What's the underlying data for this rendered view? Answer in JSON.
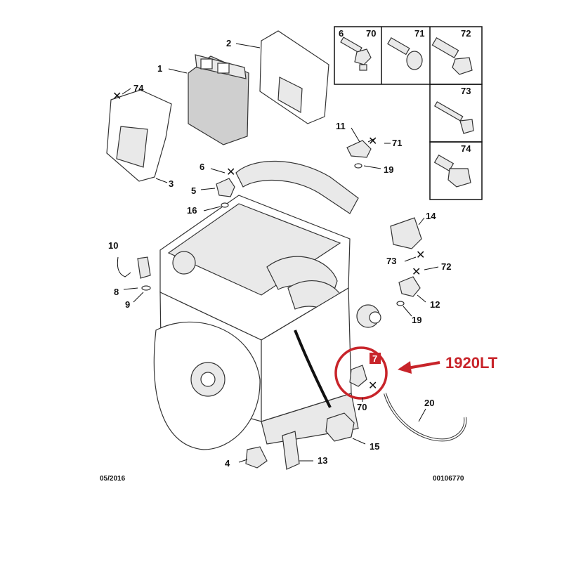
{
  "callouts": [
    "1",
    "2",
    "3",
    "4",
    "5",
    "6",
    "9",
    "10",
    "11",
    "12",
    "13",
    "14",
    "15",
    "16",
    "19",
    "19",
    "20",
    "70",
    "71",
    "72",
    "73",
    "74"
  ],
  "fastener_table": {
    "cells": [
      {
        "labels": [
          "6",
          "70"
        ]
      },
      {
        "labels": [
          "71"
        ]
      },
      {
        "labels": [
          "72"
        ]
      },
      {
        "labels": [
          "73"
        ]
      },
      {
        "labels": [
          "74"
        ]
      }
    ]
  },
  "labels": {
    "c1": "1",
    "c2": "2",
    "c3": "3",
    "c4": "4",
    "c5": "5",
    "c6": "6",
    "c8": "8",
    "c9": "9",
    "c10": "10",
    "c11": "11",
    "c12": "12",
    "c13": "13",
    "c14": "14",
    "c15": "15",
    "c16": "16",
    "c19a": "19",
    "c19b": "19",
    "c20": "20",
    "c70": "70",
    "c71": "71",
    "c72": "72",
    "c73": "73",
    "c74": "74",
    "t6": "6",
    "t70": "70",
    "t71": "71",
    "t72": "72",
    "t73": "73",
    "t74": "74",
    "marker": "7"
  },
  "reference": "1920LT",
  "footer": {
    "date": "05/2016",
    "code": "00106770"
  },
  "colors": {
    "highlight": "#c8242a",
    "ink": "#111111"
  }
}
